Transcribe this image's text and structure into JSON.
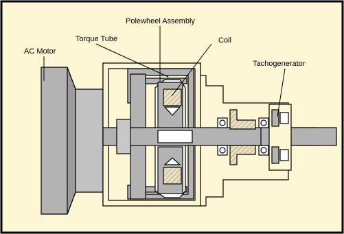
{
  "colors": {
    "background": "#fef7d6",
    "border": "#000000",
    "part_fill": "#b3b3b3",
    "part_light": "#ffffff",
    "outline": "#000000"
  },
  "labels": {
    "ac_motor": "AC Motor",
    "torque_tube": "Torque Tube",
    "polewheel_assembly": "Polewheel Assembly",
    "coil": "Coil",
    "tachogenerator": "Tachogenerator"
  }
}
